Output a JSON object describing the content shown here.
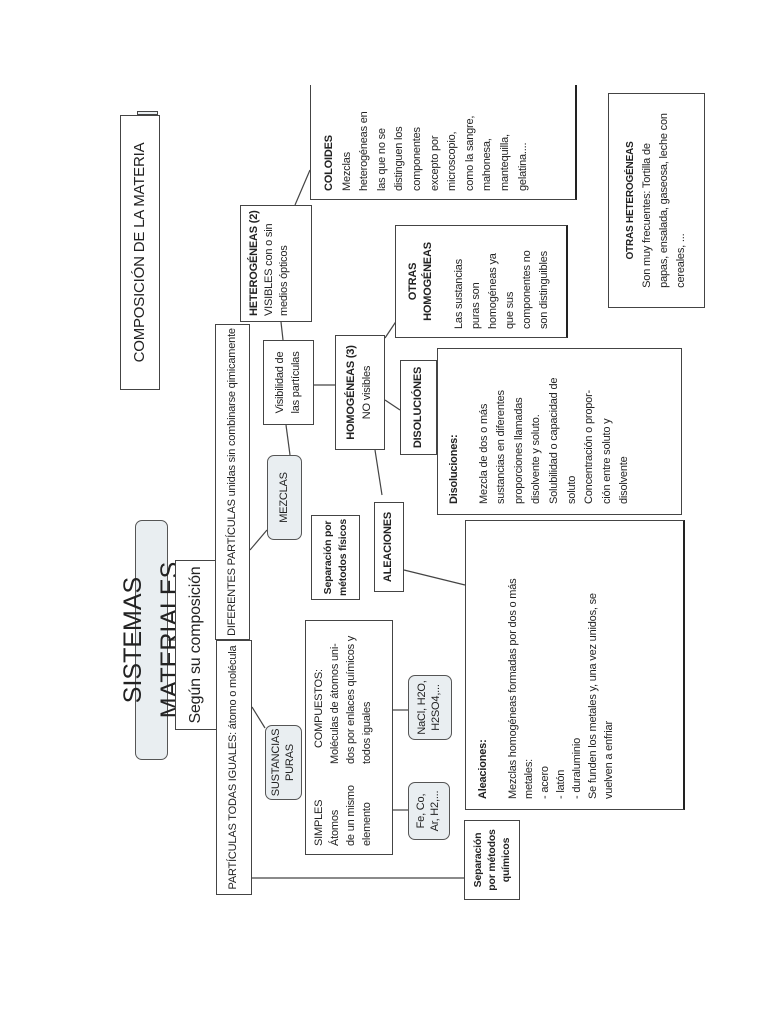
{
  "title": "SISTEMAS MATERIALES",
  "subtitle": "Según su composición",
  "side_title": "COMPOSICIÓN DE LA MATERIA",
  "particulas_iguales": "PARTÍCULAS TODAS IGUALES:  átomo o molécula",
  "particulas_diferentes": "DIFERENTES PARTÍCULAS unidas sin combinarse qimicamente",
  "sustancias_puras": [
    "SUSTANCIAS",
    "PURAS"
  ],
  "simples": {
    "heading": "SIMPLES",
    "lines": [
      "Átomos",
      "de un mismo",
      "elemento"
    ]
  },
  "compuestos": {
    "heading": "COMPUESTOS:",
    "lines": [
      "Moléculas de átomos uni-",
      "dos por enlaces químicos y",
      "todos iguales"
    ]
  },
  "ejemplos_simples": [
    "Fe, Co,",
    "Ar, H2,..."
  ],
  "ejemplos_compuestos": [
    "NaCl, H2O,",
    "H2SO4,..."
  ],
  "separacion_quimicos": [
    "Separación",
    "por métodos",
    "químicos"
  ],
  "mezclas": "MEZCLAS",
  "separacion_fisicos": [
    "Separación por",
    "métodos físicos"
  ],
  "visibilidad": [
    "Visibilidad de",
    "las partículas"
  ],
  "heterogeneas": {
    "heading": "HETEROGÉNEAS (2)",
    "lines": [
      "VISIBLES con o sin",
      "medios ópticos"
    ]
  },
  "homogeneas": {
    "heading": "HOMOGÉNEAS (3)",
    "sub": "NO visibles"
  },
  "aleaciones_label": "ALEACIONES",
  "disoluciones_label": "DISOLUCIÓNES",
  "otras_homogeneas": {
    "heading": [
      "OTRAS",
      "HOMOGÉNEAS"
    ],
    "lines": [
      "Las sustancias",
      "puras son",
      "homogéneas ya",
      "que sus",
      "componentes no",
      "son distinguibles"
    ]
  },
  "coloides": {
    "heading": "COLOIDES",
    "lines": [
      "Mezclas",
      "heterogéneas en",
      "las que no se",
      "distinguen los",
      "componentes",
      "excepto por",
      "microscopio,",
      "como la sangre,",
      "mahonesa,",
      "mantequilla,",
      "gelatina...."
    ]
  },
  "otras_heterogeneas": {
    "heading": "OTRAS HETEROGÉNEAS",
    "lines": [
      "Son muy frecuentes: Tortilla de",
      "papas, ensalada, gaseosa, leche con",
      "cereales, ..."
    ]
  },
  "disoluciones": {
    "heading": "Disoluciones:",
    "lines": [
      "Mezcla de dos o más",
      "sustancias en diferentes",
      "proporciones llamadas",
      "disolvente y soluto.",
      "Solubilidad o capacidad de",
      "soluto",
      "Concentración o  propor-",
      "ción entre soluto y",
      "disolvente"
    ]
  },
  "aleaciones": {
    "heading": "Aleaciones:",
    "lines": [
      "Mezclas homogéneas formadas por dos o más",
      "metales:",
      "- acero",
      "- latón",
      "- duraluminio",
      "Se funden los metales y, una vez unidos, se",
      "vuelven a enfriar"
    ]
  }
}
